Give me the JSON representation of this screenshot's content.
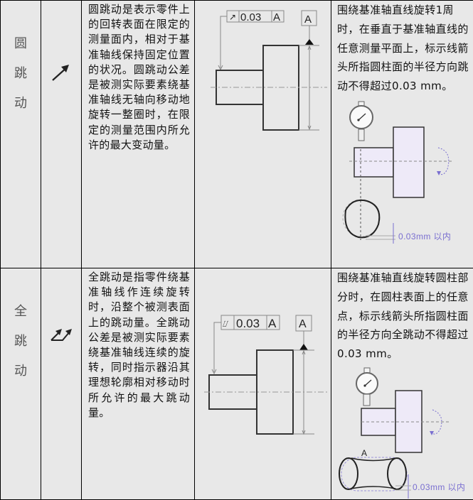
{
  "rows": [
    {
      "name": [
        "圆",
        "跳",
        "动"
      ],
      "symbol_icon": "circular-runout-arrow-icon",
      "description": "圆跳动是表示零件上的回转表面在限定的测量面内，相对于基准轴线保持固定位置的状况。圆跳动公差是被测实际要素绕基准轴线无轴向移动地旋转一整圈时，在限定的测量范围内所允许的最大变动量。",
      "drawing": {
        "frame_symbol": "↗",
        "tolerance": "0.03",
        "datum_ref": "A",
        "datum_label": "A"
      },
      "explanation": "围绕基准轴直线旋转1周时，在垂直于基准轴直线的任意测量平面上，标示线箭头所指圆柱面的半径方向跳动不得超过0.03 mm。",
      "figure": {
        "tolerance_note": "0.03mm 以内"
      }
    },
    {
      "name": [
        "全",
        "跳",
        "动"
      ],
      "symbol_icon": "total-runout-double-arrow-icon",
      "description": "全跳动是指零件绕基准轴线作连续旋转时，沿整个被测表面上的跳动量。全跳动公差是被测实际要素绕基准轴线连续的旋转，同时指示器沿其理想轮廓相对移动时所允许的最大跳动量。",
      "drawing": {
        "frame_symbol": "⌰",
        "tolerance": "0.03",
        "datum_ref": "A",
        "datum_label": "A"
      },
      "explanation": "围绕基准轴直线旋转圆柱部分时，在圆柱表面上的任意点，标示线箭头所指圆柱面的半径方向全跳动不得超过 0.03 mm。",
      "figure": {
        "surface_label": "A",
        "tolerance_note": "0.03mm 以内"
      }
    }
  ],
  "colors": {
    "background": "#e8e8e8",
    "border": "#000000",
    "figure_fill": "#eeeaf8",
    "figure_accent": "#7a6fd0"
  }
}
